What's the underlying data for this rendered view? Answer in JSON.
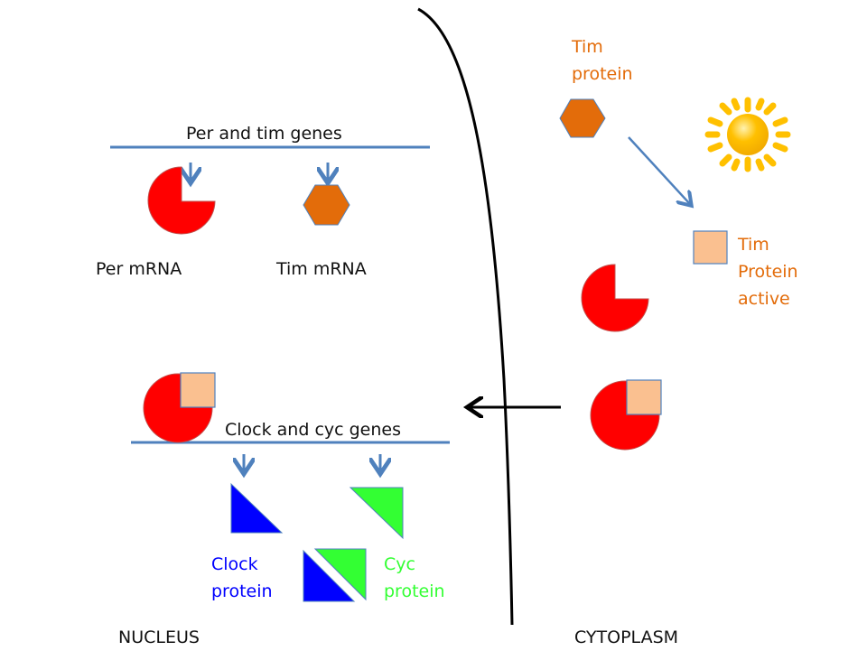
{
  "colors": {
    "per": "#ff0000",
    "tim": "#e36c0a",
    "tim_active": "#fac090",
    "clock": "#0000ff",
    "cyc": "#33ff33",
    "gene_line": "#4f81bd",
    "arrow": "#4f81bd",
    "membrane": "#000000",
    "sun": "#ffc000",
    "tim_text": "#e36c0a",
    "clock_text": "#0000ff",
    "cyc_text": "#33ff33"
  },
  "labels": {
    "per_tim_genes": "Per and tim genes",
    "per_mrna": "Per mRNA",
    "tim_mrna": "Tim mRNA",
    "tim_protein": "Tim\nprotein",
    "tim_protein_active": "Tim\nProtein\nactive",
    "clock_cyc_genes": "Clock and cyc genes",
    "clock_protein": "Clock\nprotein",
    "cyc_protein": "Cyc\nprotein",
    "nucleus": "NUCLEUS",
    "cytoplasm": "CYTOPLASM"
  },
  "icons": {
    "sun": "sun-icon",
    "per": "pacman-shape",
    "tim": "hexagon-shape",
    "tim_active": "square-shape",
    "clock": "triangle-shape",
    "cyc": "triangle-shape"
  }
}
